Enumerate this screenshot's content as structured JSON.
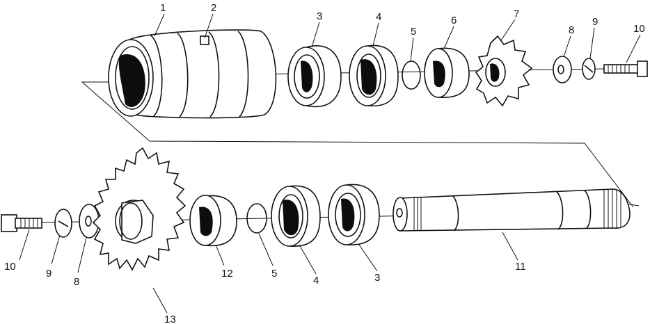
{
  "callouts": {
    "top": [
      "1",
      "2",
      "3",
      "4",
      "5",
      "6",
      "7",
      "8",
      "9",
      "10"
    ],
    "bottom": [
      "10",
      "9",
      "8",
      "13",
      "12",
      "5",
      "4",
      "3",
      "11"
    ]
  }
}
